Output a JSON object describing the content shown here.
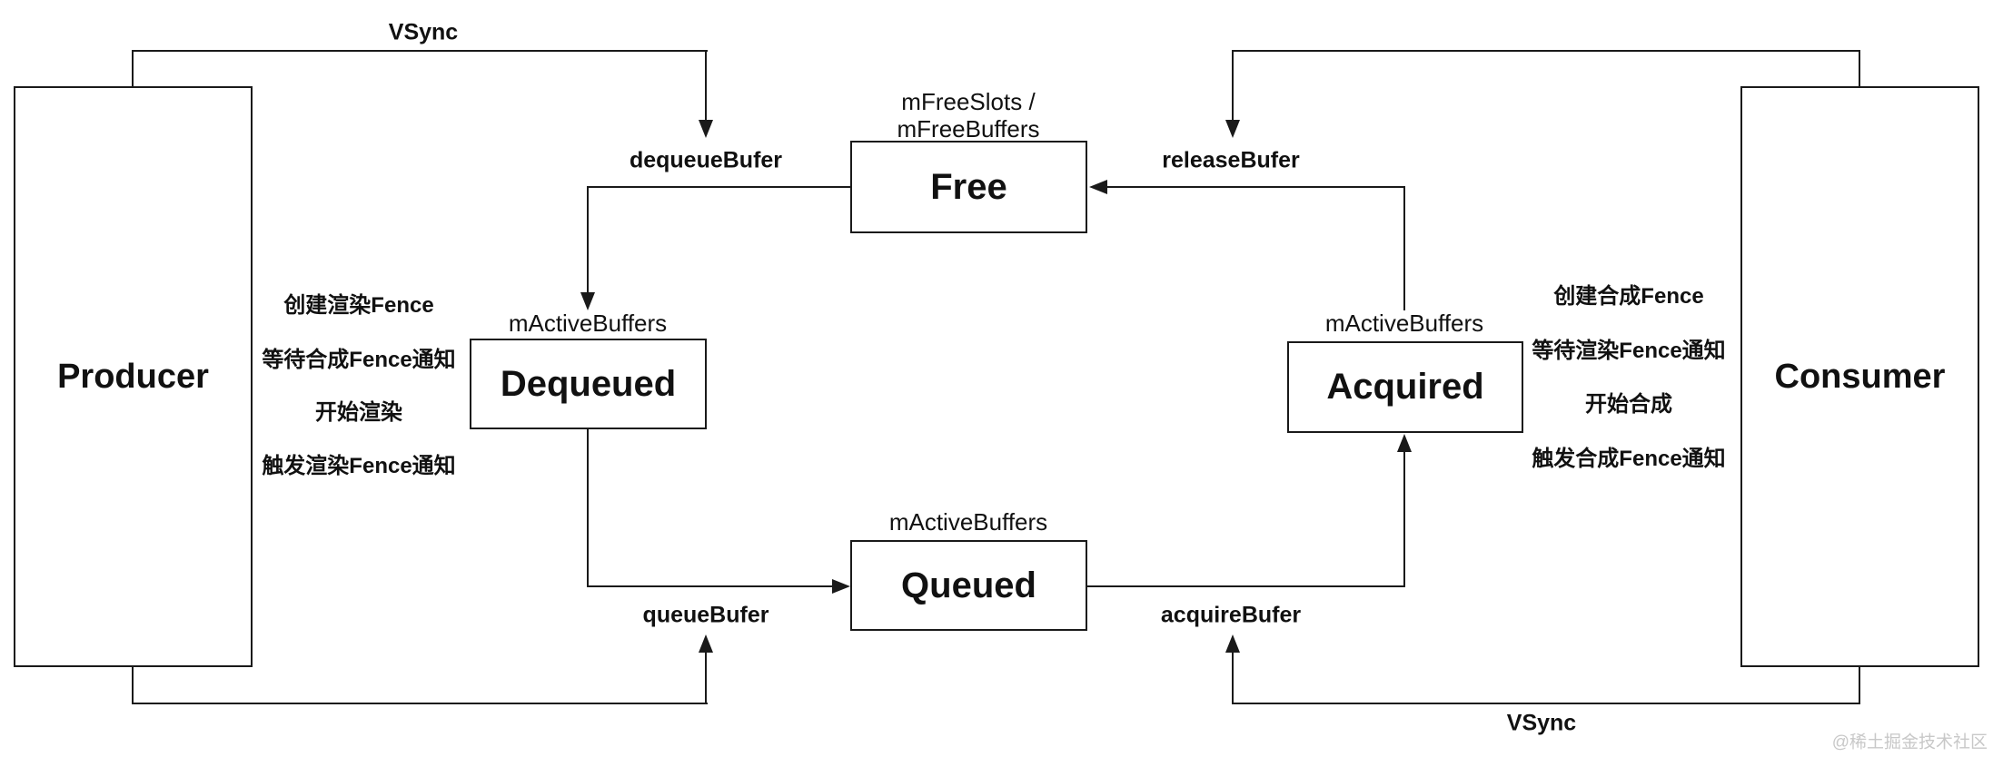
{
  "diagram": {
    "producer": {
      "label": "Producer"
    },
    "consumer": {
      "label": "Consumer"
    },
    "states": {
      "free": {
        "label": "Free",
        "caption_line1": "mFreeSlots /",
        "caption_line2": "mFreeBuffers"
      },
      "dequeued": {
        "label": "Dequeued",
        "caption": "mActiveBuffers"
      },
      "queued": {
        "label": "Queued",
        "caption": "mActiveBuffers"
      },
      "acquired": {
        "label": "Acquired",
        "caption": "mActiveBuffers"
      }
    },
    "edges": {
      "vsync_top": {
        "label": "VSync"
      },
      "dequeue": {
        "label": "dequeueBufer"
      },
      "release": {
        "label": "releaseBufer"
      },
      "queue": {
        "label": "queueBufer"
      },
      "acquire": {
        "label": "acquireBufer"
      },
      "vsync_bottom": {
        "label": "VSync"
      }
    },
    "producer_steps": [
      "创建渲染Fence",
      "等待合成Fence通知",
      "开始渲染",
      "触发渲染Fence通知"
    ],
    "consumer_steps": [
      "创建合成Fence",
      "等待渲染Fence通知",
      "开始合成",
      "触发合成Fence通知"
    ],
    "watermark": "@稀土掘金技术社区",
    "colors": {
      "line": "#1a1a1a",
      "watermark": "#c8c8c8",
      "background": "#ffffff"
    }
  }
}
